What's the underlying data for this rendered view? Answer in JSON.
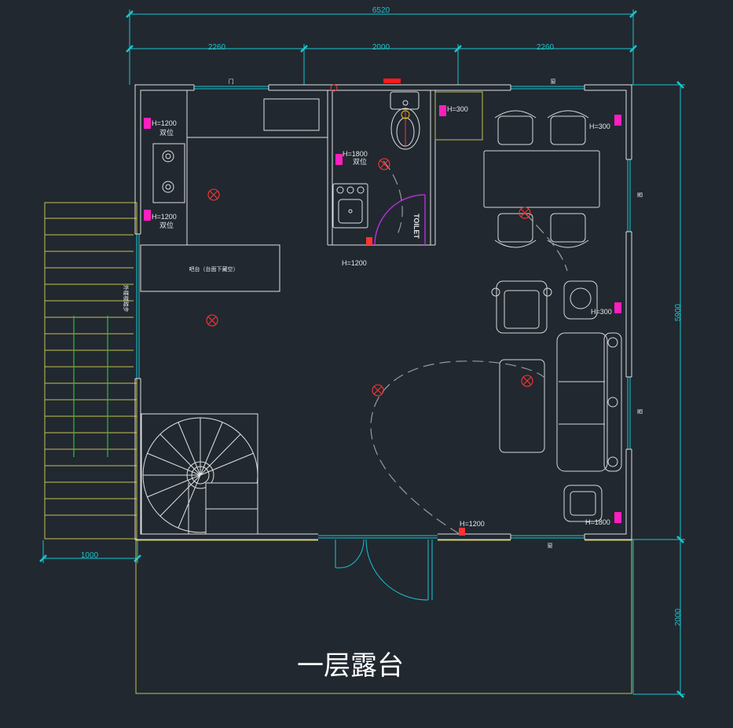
{
  "dimensions": {
    "overall_width": "6520",
    "segment_left": "2260",
    "segment_middle": "2000",
    "segment_right": "2260",
    "overall_height": "5900",
    "terrace_depth": "2000",
    "stair_width": "1000"
  },
  "labels": {
    "floor_title": "一层露台",
    "counter": "吧台（台面下藏空）",
    "toilet": "TOILET",
    "double_outlet": "双位",
    "stair_note": "外楼梯踏步",
    "top_window_left": "门",
    "top_window_right": "窗",
    "right_window_upper": "窗",
    "right_window_lower": "窗",
    "bottom_window": "窗"
  },
  "outlets": [
    {
      "height_label": "H=1200"
    },
    {
      "height_label": "H=1200"
    },
    {
      "height_label": "H=1800"
    },
    {
      "height_label": "H=1200"
    },
    {
      "height_label": "H=300"
    },
    {
      "height_label": "H=300"
    },
    {
      "height_label": "H=300"
    },
    {
      "height_label": "H=1200"
    },
    {
      "height_label": "H=1800"
    }
  ],
  "colors": {
    "background": "#212830",
    "wall": "#e0e0e0",
    "dimension": "#19c6cf",
    "outline_yellow": "#c8c052",
    "stair_rail_green": "#2fbf3a",
    "outlet_magenta": "#ff1fbf",
    "light_red": "#ff3333",
    "door_magenta": "#b030d0",
    "furniture": "#d8d8d8",
    "dashed_arc": "#9a9a9a"
  },
  "icons": [
    "ceiling-light-icon",
    "outlet-icon",
    "toilet-icon",
    "sink-icon",
    "stove-icon",
    "spiral-stair-icon",
    "armchair-icon",
    "sofa-icon",
    "chair-icon"
  ]
}
